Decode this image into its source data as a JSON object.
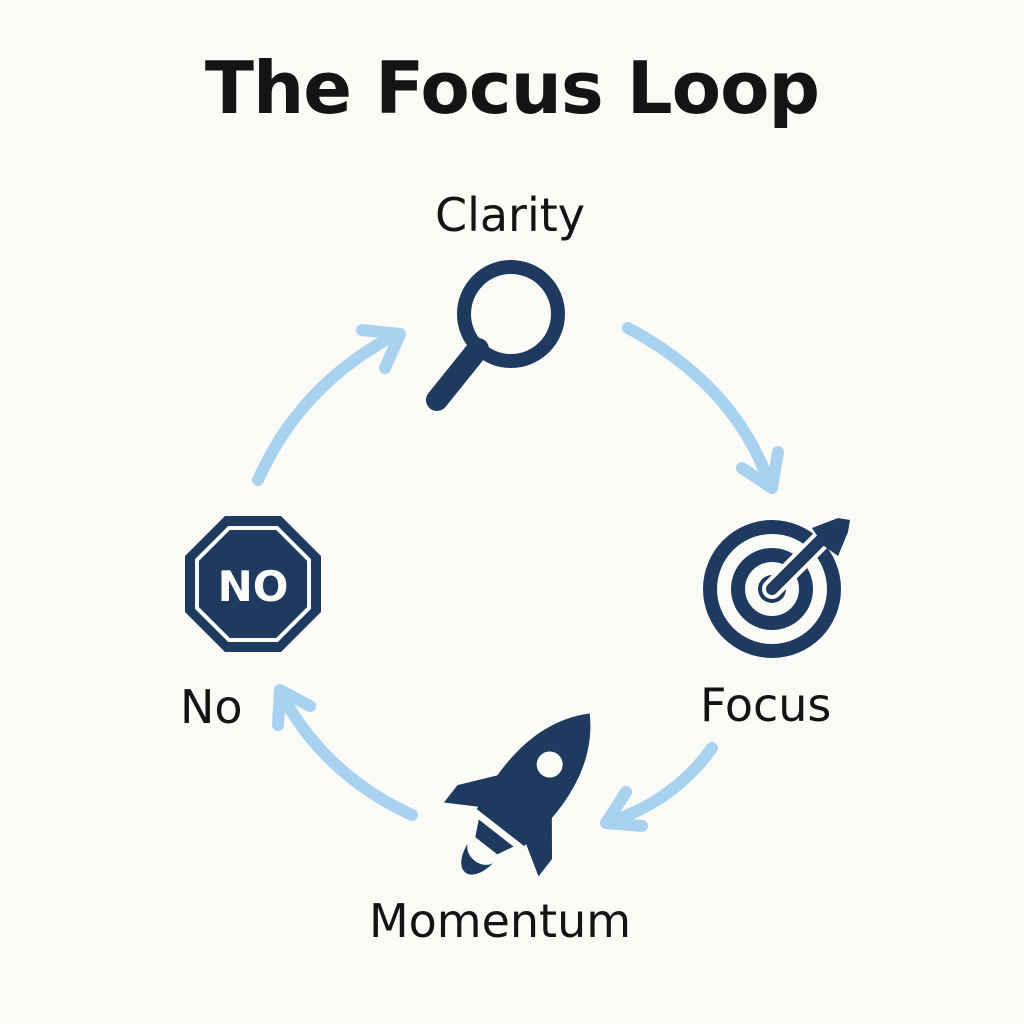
{
  "title": "The Focus Loop",
  "nodes": {
    "clarity": {
      "label": "Clarity",
      "icon": "magnifying-glass-icon"
    },
    "focus": {
      "label": "Focus",
      "icon": "target-with-dart-icon"
    },
    "momentum": {
      "label": "Momentum",
      "icon": "rocket-icon"
    },
    "no": {
      "label": "No",
      "icon": "stop-sign-icon",
      "sign_text": "NO"
    }
  },
  "colors": {
    "icon": "#1f3a5f",
    "arrow": "#a9d2f0",
    "text": "#141414",
    "background": "#fafaf7"
  }
}
